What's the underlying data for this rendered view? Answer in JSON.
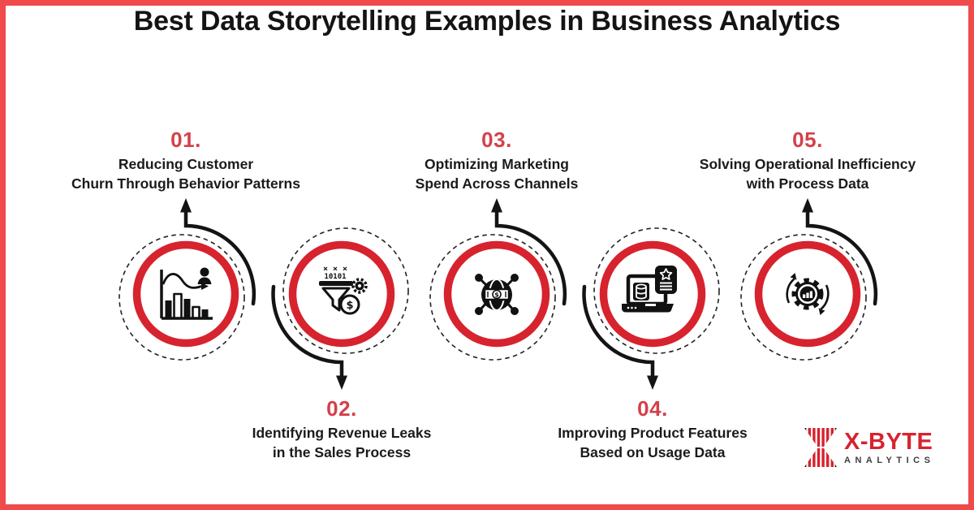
{
  "title": "Best Data Storytelling Examples in Business Analytics",
  "items": [
    {
      "number": "01.",
      "line1": "Reducing Customer",
      "line2": "Churn Through Behavior Patterns",
      "label_position": "top",
      "icon": "churn-bar-chart-icon"
    },
    {
      "number": "02.",
      "line1": "Identifying Revenue Leaks",
      "line2": "in the Sales Process",
      "label_position": "bottom",
      "icon": "revenue-funnel-icon"
    },
    {
      "number": "03.",
      "line1": "Optimizing Marketing",
      "line2": "Spend Across Channels",
      "label_position": "top",
      "icon": "marketing-network-globe-icon"
    },
    {
      "number": "04.",
      "line1": "Improving Product Features",
      "line2": "Based on Usage Data",
      "label_position": "bottom",
      "icon": "product-laptop-icon"
    },
    {
      "number": "05.",
      "line1": "Solving Operational Inefficiency",
      "line2": "with Process Data",
      "label_position": "top",
      "icon": "process-gear-icon"
    }
  ],
  "icon_glyphs": {
    "binary": "10101",
    "crosses": "× × ×",
    "dollar": "$"
  },
  "logo": {
    "name": "X-BYTE",
    "subtitle": "ANALYTICS"
  },
  "colors": {
    "frame_border": "#f04a4c",
    "ring_red": "#d7232e",
    "number_red": "#d4404a",
    "text_dark": "#1b1b1b",
    "arrow_black": "#141414"
  }
}
